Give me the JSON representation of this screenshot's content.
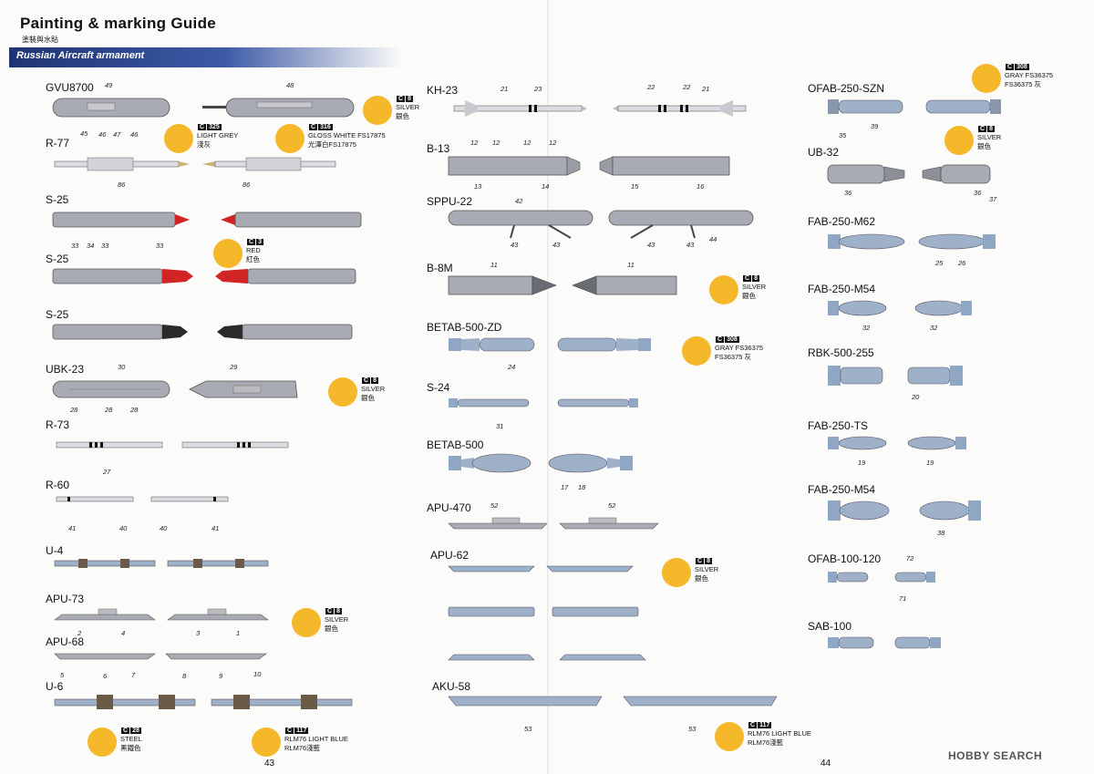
{
  "header": {
    "title": "Painting & marking Guide",
    "subtitle": "塗裝與水貼",
    "banner": "Russian Aircraft armament"
  },
  "colors": {
    "paint_badge": "#f4b82a",
    "banner": "#2a3f86",
    "weapon_gray": "#a9abb4",
    "weapon_blue": "#9fb0c9"
  },
  "paints": {
    "silver": {
      "code": "C",
      "num": "8",
      "name": "SILVER",
      "name_cn": "銀色"
    },
    "light_grey": {
      "code": "C",
      "num": "325",
      "name": "LIGHT GREY",
      "name_cn": "淺灰"
    },
    "gloss_white": {
      "code": "C",
      "num": "316",
      "name": "GLOSS WHITE FS17875",
      "name_cn": "光澤白FS17875"
    },
    "red": {
      "code": "C",
      "num": "3",
      "name": "RED",
      "name_cn": "紅色"
    },
    "gray_fs": {
      "code": "C",
      "num": "308",
      "name": "GRAY FS36375",
      "name_cn": "FS36375 灰"
    },
    "steel": {
      "code": "C",
      "num": "28",
      "name": "STEEL",
      "name_cn": "黑鐵色"
    },
    "rlm76": {
      "code": "C",
      "num": "117",
      "name": "RLM76 LIGHT BLUE",
      "name_cn": "RLM76淺藍"
    }
  },
  "labels": {
    "gvu8700": "GVU8700",
    "r77": "R-77",
    "s25a": "S-25",
    "s25b": "S-25",
    "s25c": "S-25",
    "ubk23": "UBK-23",
    "r73": "R-73",
    "r60": "R-60",
    "u4": "U-4",
    "apu73": "APU-73",
    "apu68": "APU-68",
    "u6": "U-6",
    "kh23": "KH-23",
    "b13": "B-13",
    "sppu22": "SPPU-22",
    "b8m": "B-8M",
    "betab500zd": "BETAB-500-ZD",
    "s24": "S-24",
    "betab500": "BETAB-500",
    "apu470": "APU-470",
    "apu62": "APU-62",
    "aku58": "AKU-58",
    "ofab250szn": "OFAB-250-SZN",
    "ub32": "UB-32",
    "fab250m62": "FAB-250-M62",
    "fab250m54a": "FAB-250-M54",
    "rbk500": "RBK-500-255",
    "fab250ts": "FAB-250-TS",
    "fab250m54b": "FAB-250-M54",
    "ofab100": "OFAB-100-120",
    "sab100": "SAB-100"
  },
  "decals": {
    "n49": "49",
    "n48": "48",
    "n45": "45",
    "n46a": "46",
    "n47": "47",
    "n46b": "46",
    "n86a": "86",
    "n86b": "86",
    "n33a": "33",
    "n34": "34",
    "n33b": "33",
    "n33c": "33",
    "n30": "30",
    "n29": "29",
    "n28a": "28",
    "n28b": "28",
    "n28c": "28",
    "n27": "27",
    "n41a": "41",
    "n40a": "40",
    "n40b": "40",
    "n41b": "41",
    "n2": "2",
    "n4": "4",
    "n3": "3",
    "n1": "1",
    "n5": "5",
    "n6": "6",
    "n7": "7",
    "n8": "8",
    "n9": "9",
    "n10": "10",
    "n21a": "21",
    "n23": "23",
    "n22a": "22",
    "n22b": "22",
    "n21b": "21",
    "n12a": "12",
    "n12b": "12",
    "n12c": "12",
    "n12d": "12",
    "n13": "13",
    "n14": "14",
    "n15": "15",
    "n16": "16",
    "n42": "42",
    "n43a": "43",
    "n43b": "43",
    "n43c": "43",
    "n43d": "43",
    "n44": "44",
    "n11a": "11",
    "n11b": "11",
    "n24": "24",
    "n31": "31",
    "n17": "17",
    "n18": "18",
    "n52a": "52",
    "n52b": "52",
    "n53a": "53",
    "n53b": "53",
    "n39": "39",
    "n35": "35",
    "n36a": "36",
    "n36b": "36",
    "n37": "37",
    "n25": "25",
    "n26": "26",
    "n32a": "32",
    "n32b": "32",
    "n20": "20",
    "n19a": "19",
    "n19b": "19",
    "n38": "38",
    "n72": "72",
    "n71": "71"
  },
  "footer": {
    "page_left": "43",
    "page_right": "44",
    "watermark": "HOBBY SEARCH"
  }
}
